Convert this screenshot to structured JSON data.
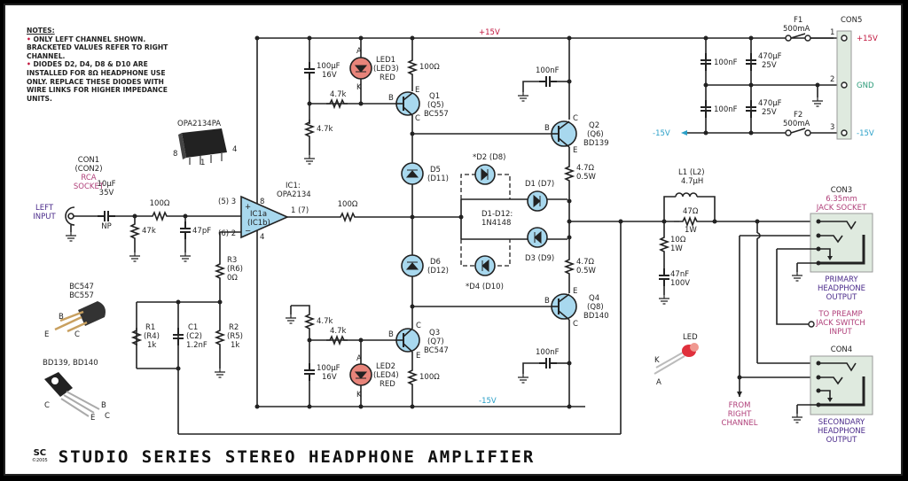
{
  "notes": {
    "title": "NOTES:",
    "items": [
      "ONLY LEFT CHANNEL SHOWN. BRACKETED VALUES REFER TO RIGHT CHANNEL.",
      "DIODES D2, D4, D8 & D10 ARE INSTALLED FOR 8Ω HEADPHONE USE ONLY. REPLACE THESE DIODES WITH WIRE LINKS FOR HIGHER IMPEDANCE UNITS."
    ]
  },
  "rails": {
    "positive": "+15V",
    "negative": "-15V"
  },
  "input": {
    "connector": "CON1",
    "connector_alt": "(CON2)",
    "type_line1": "RCA",
    "type_line2": "SOCKET",
    "label_line1": "LEFT",
    "label_line2": "INPUT",
    "cap_value": "10µF",
    "cap_voltage": "35V",
    "cap_type": "NP",
    "series_res": "100Ω",
    "shunt_res": "47k",
    "shunt_cap": "47pF"
  },
  "opamp": {
    "package_label": "OPA2134PA",
    "package_pins": [
      "8",
      "1",
      "4"
    ],
    "ic_label": "IC1:",
    "ic_part": "OPA2134",
    "name": "IC1a",
    "name_alt": "(IC1b)",
    "pin_noninv": "(5) 3",
    "pin_inv": "(6) 2",
    "pin_out": "1 (7)",
    "pin_vplus": "8",
    "pin_vminus": "4",
    "output_res": "100Ω"
  },
  "feedback": {
    "r3": [
      "R3",
      "(R6)",
      "0Ω"
    ],
    "r1": [
      "R1",
      "(R4)",
      "1k"
    ],
    "c1": [
      "C1",
      "(C2)",
      "1.2nF"
    ],
    "r2": [
      "R2",
      "(R5)",
      "1k"
    ]
  },
  "upper_bias": {
    "cap": [
      "100µF",
      "16V"
    ],
    "res_series": "4.7k",
    "res_shunt": "4.7k",
    "led": [
      "LED1",
      "(LED3)",
      "RED"
    ],
    "led_pins": [
      "A",
      "K"
    ],
    "emitter_res": "100Ω",
    "transistor": [
      "Q1",
      "(Q5)",
      "BC557"
    ]
  },
  "lower_bias": {
    "cap": [
      "100µF",
      "16V"
    ],
    "res_series": "4.7k",
    "res_shunt": "4.7k",
    "led": [
      "LED2",
      "(LED4)",
      "RED"
    ],
    "led_pins": [
      "A",
      "K"
    ],
    "emitter_res": "100Ω",
    "transistor": [
      "Q3",
      "(Q7)",
      "BC547"
    ]
  },
  "pin_letters": {
    "b": "B",
    "c": "C",
    "e": "E"
  },
  "diodes": {
    "d5": [
      "D5",
      "(D11)"
    ],
    "d6": [
      "D6",
      "(D12)"
    ],
    "d2": "*D2 (D8)",
    "d4": "*D4 (D10)",
    "d1": "D1 (D7)",
    "d3": "D3 (D9)",
    "type": [
      "D1-D12:",
      "1N4148"
    ]
  },
  "output_stage": {
    "q2": [
      "Q2",
      "(Q6)",
      "BD139"
    ],
    "q4": [
      "Q4",
      "(Q8)",
      "BD140"
    ],
    "emitter_res": [
      "4.7Ω",
      "0.5W"
    ],
    "bypass_cap": "100nF"
  },
  "output_network": {
    "inductor": [
      "L1 (L2)",
      "4.7µH"
    ],
    "parallel_res": [
      "47Ω",
      "1W"
    ],
    "zobel_res": [
      "10Ω",
      "1W"
    ],
    "zobel_cap": [
      "47nF",
      "100V"
    ]
  },
  "power": {
    "connector": "CON5",
    "fuse1": [
      "F1",
      "500mA"
    ],
    "fuse2": [
      "F2",
      "500mA"
    ],
    "caps": [
      "100nF",
      "100nF"
    ],
    "electrolytics": [
      [
        "470µF",
        "25V"
      ],
      [
        "470µF",
        "25V"
      ]
    ],
    "pins": [
      "1",
      "2",
      "3"
    ],
    "pin_labels": [
      "+15V",
      "GND",
      "-15V"
    ],
    "rail_out": "-15V"
  },
  "jacks": {
    "con3": [
      "CON3",
      "6.35mm",
      "JACK SOCKET"
    ],
    "primary": [
      "PRIMARY",
      "HEADPHONE",
      "OUTPUT"
    ],
    "preamp": [
      "TO PREAMP",
      "JACK SWITCH",
      "INPUT"
    ],
    "con4": "CON4",
    "secondary": [
      "SECONDARY",
      "HEADPHONE",
      "OUTPUT"
    ],
    "right_channel": [
      "FROM",
      "RIGHT",
      "CHANNEL"
    ]
  },
  "pinouts": {
    "small": [
      "BC547",
      "BC557"
    ],
    "small_pins": [
      "B",
      "E",
      "C"
    ],
    "power": "BD139, BD140",
    "power_pins": [
      "C",
      "B",
      "E",
      "C"
    ],
    "led": "LED",
    "led_pins": [
      "K",
      "A"
    ]
  },
  "footer": {
    "logo": "SC",
    "year": "©2005",
    "title": "STUDIO SERIES STEREO HEADPHONE AMPLIFIER"
  },
  "colors": {
    "component_blue": "#a8d8ee",
    "led_red": "#e8847a",
    "positive_rail": "#c0143c",
    "negative_rail": "#2aa0c8",
    "ground": "#2a9a78",
    "magenta_label": "#b0407a",
    "purple_label": "#4a2a8a"
  }
}
